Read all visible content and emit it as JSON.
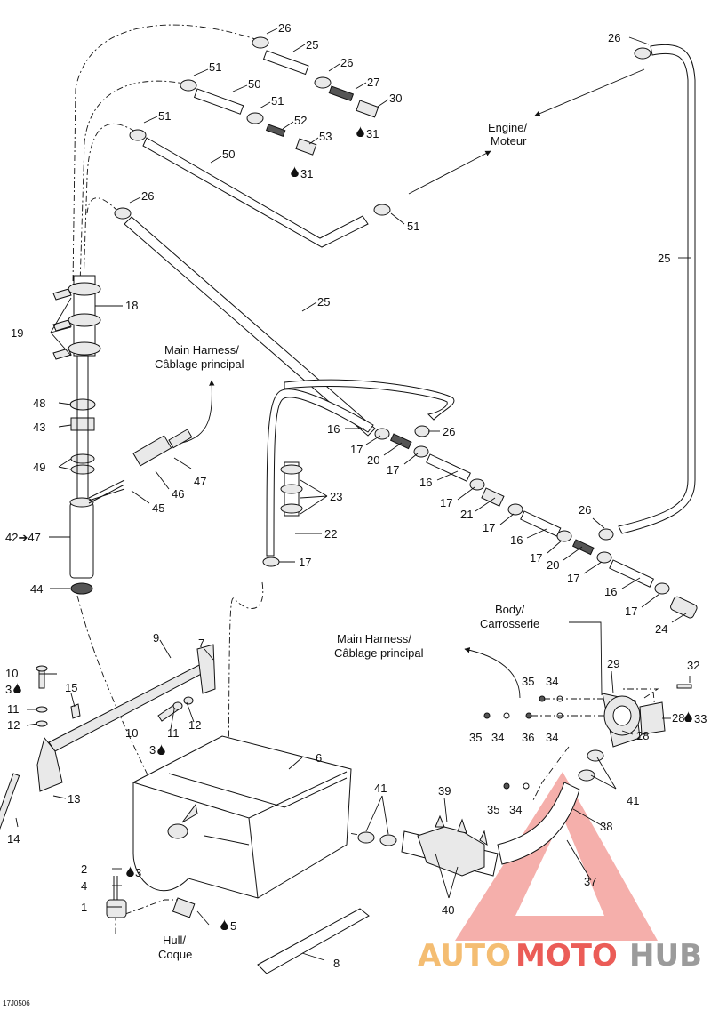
{
  "callouts": {
    "c26a": "26",
    "c25a": "25",
    "c26b": "26",
    "c27": "27",
    "c30": "30",
    "c31a": "31",
    "c51a": "51",
    "c50a": "50",
    "c51b": "51",
    "c52": "52",
    "c53": "53",
    "c31b": "31",
    "c51c": "51",
    "c50b": "50",
    "c51d": "51",
    "c26c": "26",
    "c25b": "25",
    "c26d": "26",
    "c25c": "25",
    "c18": "18",
    "c19": "19",
    "c48": "48",
    "c43": "43",
    "c49": "49",
    "c47": "47",
    "c46": "46",
    "c45": "45",
    "c42": "42➔47",
    "c44": "44",
    "c16a": "16",
    "c17a": "17",
    "c26e": "26",
    "c20a": "20",
    "c17b": "17",
    "c16b": "16",
    "c17c": "17",
    "c21": "21",
    "c17d": "17",
    "c16c": "16",
    "c26f": "26",
    "c17e": "17",
    "c20b": "20",
    "c17f": "17",
    "c16d": "16",
    "c17g": "17",
    "c24": "24",
    "c23": "23",
    "c22": "22",
    "c17h": "17",
    "c9": "9",
    "c7": "7",
    "c10a": "10",
    "c3a": "3",
    "c15": "15",
    "c11a": "11",
    "c12a": "12",
    "c12b": "12",
    "c10b": "10",
    "c11b": "11",
    "c3b": "3",
    "c13": "13",
    "c14": "14",
    "c6": "6",
    "c2": "2",
    "c3c": "3",
    "c4": "4",
    "c1": "1",
    "c5": "5",
    "c8": "8",
    "c41a": "41",
    "c39": "39",
    "c40": "40",
    "c29": "29",
    "c32": "32",
    "c33": "33",
    "c28a": "28a",
    "c28": "28",
    "c35a": "35",
    "c34a": "34",
    "c35b": "35",
    "c34b": "34",
    "c36": "36",
    "c34c": "34",
    "c35c": "35",
    "c34d": "34",
    "c41b": "41",
    "c38": "38",
    "c37": "37"
  },
  "labels": {
    "engine_line1": "Engine/",
    "engine_line2": "Moteur",
    "harness1_line1": "Main Harness/",
    "harness1_line2": "Câblage principal",
    "harness2_line1": "Main Harness/",
    "harness2_line2": "Câblage principal",
    "body_line1": "Body/",
    "body_line2": "Carrosserie",
    "hull_line1": "Hull/",
    "hull_line2": "Coque"
  },
  "drawing_code": "17J0506",
  "watermark": {
    "part1": "AUTO",
    "part2": "MOTO",
    "part3": "HUB",
    "color_light": "#f3b25a",
    "color_red": "#e8403a",
    "color_gray": "#8a8a8a"
  },
  "icons": {
    "droplet": "oil-drop-icon",
    "arrow": "arrow-icon"
  }
}
